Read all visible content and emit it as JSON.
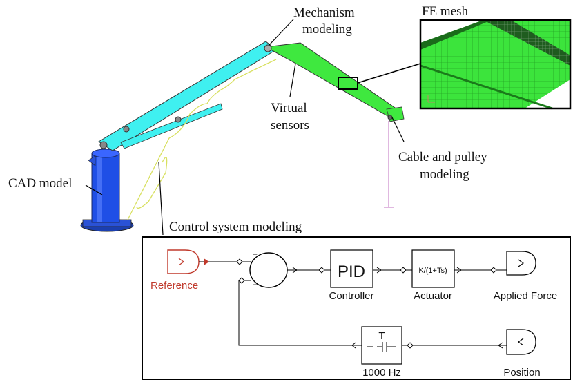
{
  "labels": {
    "mechanism_line1": "Mechanism",
    "mechanism_line2": "modeling",
    "fe_mesh": "FE mesh",
    "virtual_line1": "Virtual",
    "virtual_line2": "sensors",
    "cable_line1": "Cable and pulley",
    "cable_line2": "modeling",
    "cad_model": "CAD model",
    "control_system": "Control system modeling"
  },
  "blocks": {
    "reference": "Reference",
    "sum_plus": "+",
    "sum_minus": "−",
    "pid_symbol": "PID",
    "controller": "Controller",
    "actuator_tf": "K/(1+Ts)",
    "actuator": "Actuator",
    "applied_force": "Applied Force",
    "sampler_symbol": "T",
    "sampler_rate": "1000 Hz",
    "position": "Position"
  },
  "colors": {
    "cyan_arm": "#3ff0f0",
    "green_arm": "#3fe83f",
    "blue_column": "#1f4fe6",
    "cable": "#e2ea55",
    "reference_red": "#c0392b",
    "mesh_green": "#35e035"
  }
}
